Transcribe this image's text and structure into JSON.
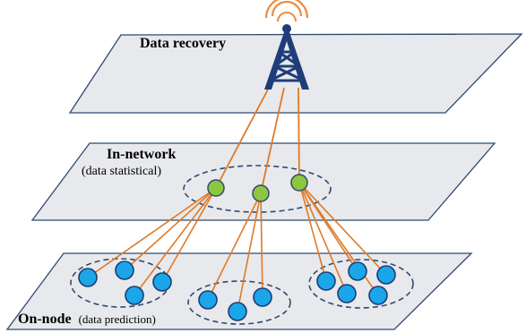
{
  "layers": {
    "top": {
      "title": "Data recovery"
    },
    "middle": {
      "title": "In-network",
      "subtitle": "(data statistical)"
    },
    "bottom": {
      "title": "On-node",
      "subtitle": "(data prediction)"
    }
  },
  "colors": {
    "plane_fill": "#e8e9ec",
    "plane_stroke": "#2f4a72",
    "link": "#e07a28",
    "tower": "#1f3d7a",
    "signal": "#f08a3c",
    "aggregator_fill": "#8dc63f",
    "aggregator_stroke": "#2f4a72",
    "sensor_fill": "#1aa6e8",
    "sensor_stroke": "#1c3d73",
    "cluster_stroke": "#2f4a72"
  },
  "icons": [
    "radio-tower-icon"
  ]
}
